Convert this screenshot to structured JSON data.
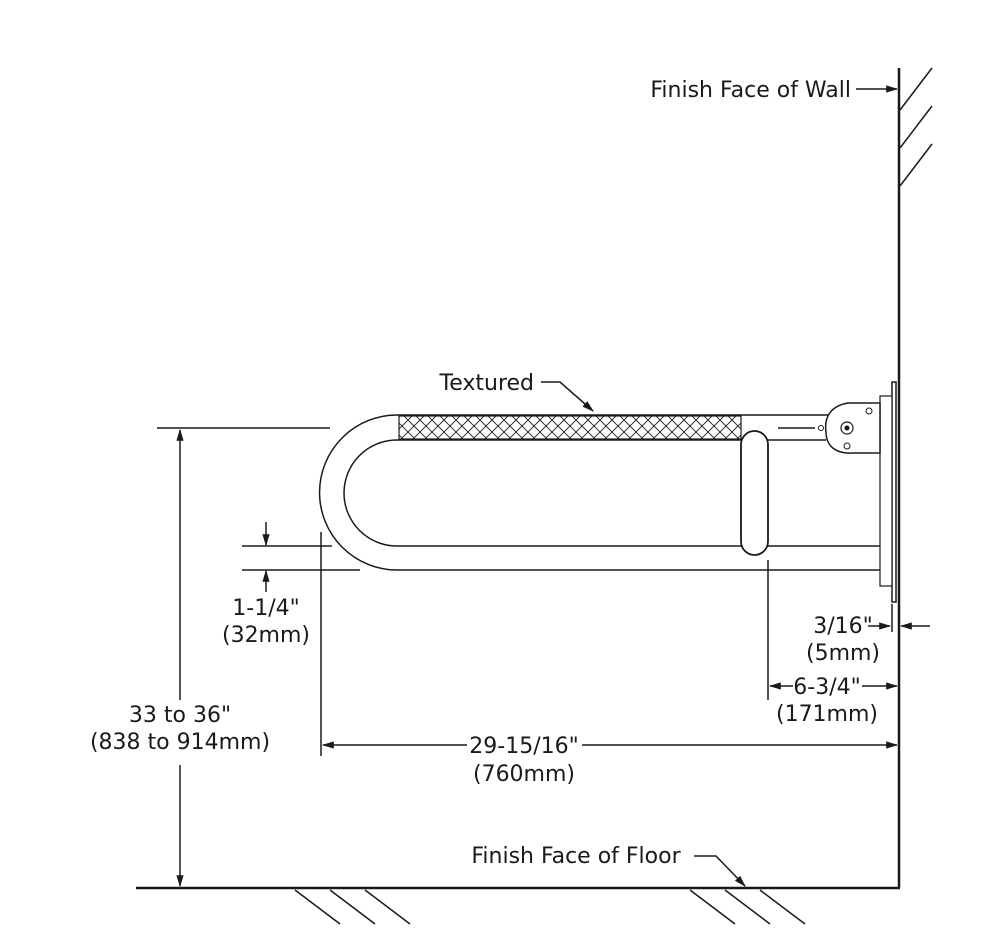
{
  "labels": {
    "wall": "Finish Face of Wall",
    "textured": "Textured",
    "floor": "Finish Face of Floor",
    "tube_dia_in": "1-1/4\"",
    "tube_dia_mm": "(32mm)",
    "height_in": "33 to 36\"",
    "height_mm": "(838 to 914mm)",
    "plate_in": "3/16\"",
    "plate_mm": "(5mm)",
    "support_in": "6-3/4\"",
    "support_mm": "(171mm)",
    "length_in": "29-15/16\"",
    "length_mm": "(760mm)"
  },
  "colors": {
    "line": "#1a1a1a",
    "background": "#ffffff"
  }
}
